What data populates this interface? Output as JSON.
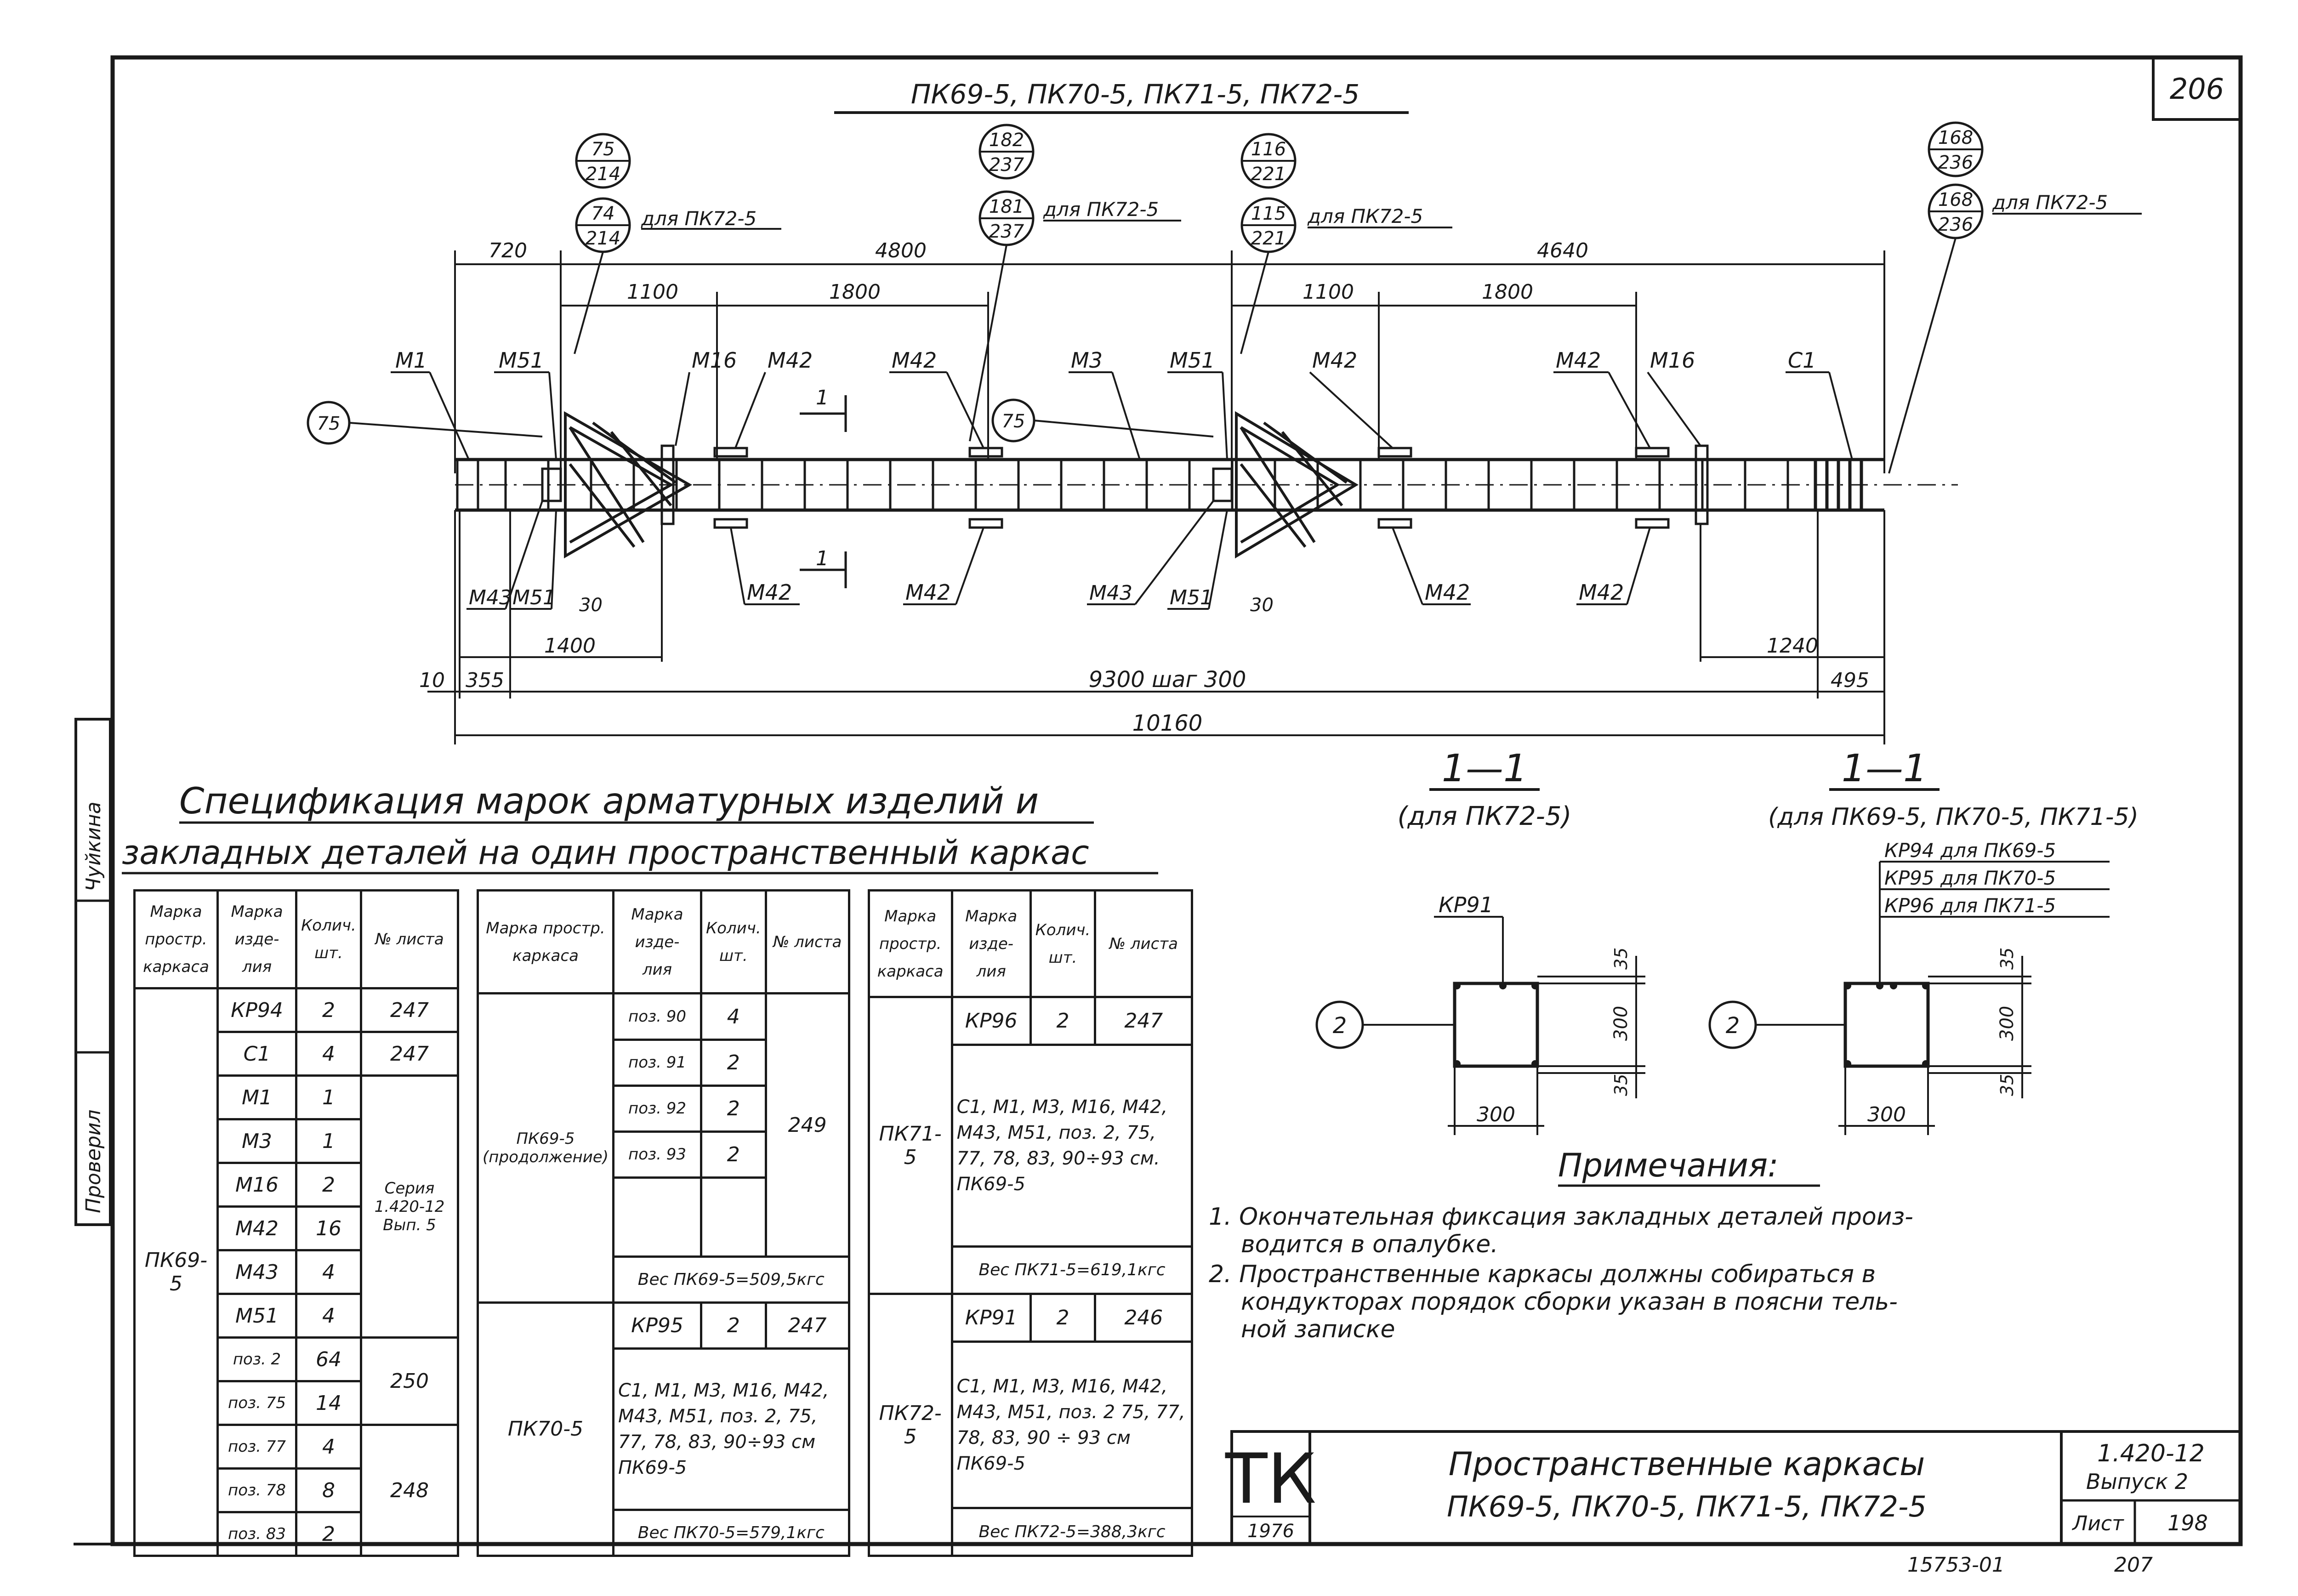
{
  "sheet_number": "206",
  "drawing_title": "ПК69-5, ПК70-5, ПК71-5, ПК72-5",
  "callouts": {
    "c75": {
      "top": "75",
      "bottom": "214"
    },
    "c74": {
      "top": "74",
      "bottom": "214",
      "note": "для ПК72-5"
    },
    "c182": {
      "top": "182",
      "bottom": "237"
    },
    "c181": {
      "top": "181",
      "bottom": "237",
      "note": "для ПК72-5"
    },
    "c116": {
      "top": "116",
      "bottom": "221"
    },
    "c115": {
      "top": "115",
      "bottom": "221",
      "note": "для ПК72-5"
    },
    "c168a": {
      "top": "168",
      "bottom": "236"
    },
    "c168b": {
      "top": "168",
      "bottom": "236",
      "note": "для ПК72-5"
    },
    "circle75": "75"
  },
  "dims": {
    "d720": "720",
    "d4800": "4800",
    "d4640": "4640",
    "d1100a": "1100",
    "d1800a": "1800",
    "d1100b": "1100",
    "d1800b": "1800",
    "d30a": "30",
    "d30b": "30",
    "d1400": "1400",
    "d1240": "1240",
    "d10": "10",
    "d355": "355",
    "d9300": "9300 шаг 300",
    "d495": "495",
    "d10160": "10160"
  },
  "marks": {
    "m1": "М1",
    "m51a": "М51",
    "m16a": "М16",
    "m42a": "М42",
    "m42b": "М42",
    "m3": "М3",
    "m51b": "М51",
    "m42c": "М42",
    "m42d": "М42",
    "m16b": "М16",
    "c1": "С1",
    "m43a": "М43",
    "m51c": "М51",
    "m42e": "М42",
    "m42f": "М42",
    "m43b": "М43",
    "m51d": "М51",
    "m42g": "М42",
    "m42h": "М42",
    "sec_mark": "1"
  },
  "spec_title_1": "Спецификация марок арматурных изделий и",
  "spec_title_2": "закладных деталей на один пространственный каркас",
  "table_headers": [
    "Марка простр. каркаса",
    "Марка изде- лия",
    "Колич. шт.",
    "№ листа"
  ],
  "table1": {
    "frame": "ПК69-5",
    "rows": [
      {
        "item": "КР94",
        "qty": "2",
        "sheet": "247"
      },
      {
        "item": "С1",
        "qty": "4",
        "sheet": "247"
      },
      {
        "item": "М1",
        "qty": "1"
      },
      {
        "item": "М3",
        "qty": "1"
      },
      {
        "item": "М16",
        "qty": "2"
      },
      {
        "item": "М42",
        "qty": "16"
      },
      {
        "item": "М43",
        "qty": "4"
      },
      {
        "item": "М51",
        "qty": "4"
      },
      {
        "item": "поз. 2",
        "qty": "64"
      },
      {
        "item": "поз. 75",
        "qty": "14"
      },
      {
        "item": "поз. 77",
        "qty": "4"
      },
      {
        "item": "поз. 78",
        "qty": "8"
      },
      {
        "item": "поз. 83",
        "qty": "2"
      }
    ],
    "series": "Серия 1.420-12 Вып. 5",
    "s250": "250",
    "s248": "248"
  },
  "table2": {
    "frame_a": "ПК69-5 (продолжение)",
    "rows_a": [
      {
        "item": "поз. 90",
        "qty": "4"
      },
      {
        "item": "поз. 91",
        "qty": "2"
      },
      {
        "item": "поз. 92",
        "qty": "2"
      },
      {
        "item": "поз. 93",
        "qty": "2"
      }
    ],
    "s249": "249",
    "weight_a": "Вес ПК69-5=509,5кгс",
    "frame_b": "ПК70-5",
    "row_b": {
      "item": "КР95",
      "qty": "2",
      "sheet": "247"
    },
    "text_b": "С1, М1, М3, М16, М42, М43, М51, поз. 2, 75, 77, 78, 83, 90÷93 см ПК69-5",
    "weight_b": "Вес ПК70-5=579,1кгс"
  },
  "table3": {
    "frame_a": "ПК71-5",
    "row_a": {
      "item": "КР96",
      "qty": "2",
      "sheet": "247"
    },
    "text_a": "С1, М1, М3, М16, М42, М43, М51, поз. 2, 75, 77, 78, 83, 90÷93 см. ПК69-5",
    "weight_a": "Вес ПК71-5=619,1кгс",
    "frame_b": "ПК72-5",
    "row_b": {
      "item": "КР91",
      "qty": "2",
      "sheet": "246"
    },
    "text_b": "С1, М1, М3, М16, М42, М43, М51, поз. 2 75, 77, 78, 83, 90 ÷ 93 см ПК69-5",
    "weight_b": "Вес ПК72-5=388,3кгс"
  },
  "section_a": {
    "title": "1—1",
    "subtitle": "(для ПК72-5)",
    "label": "КР91",
    "circle": "2",
    "d35a": "35",
    "d300v": "300",
    "d35b": "35",
    "d300h": "300"
  },
  "section_b": {
    "title": "1—1",
    "subtitle": "(для ПК69-5, ПК70-5, ПК71-5)",
    "l1": "КР94 для ПК69-5",
    "l2": "КР95 для ПК70-5",
    "l3": "КР96 для ПК71-5",
    "circle": "2",
    "d35a": "35",
    "d300v": "300",
    "d35b": "35",
    "d300h": "300"
  },
  "notes": {
    "title": "Примечания:",
    "n1a": "1. Окончательная фиксация закладных деталей произ-",
    "n1b": "водится в опалубке.",
    "n2a": "2. Пространственные каркасы должны собираться в",
    "n2b": "кондукторах порядок сборки указан в поясни тель-",
    "n2c": "ной записке"
  },
  "side_stamp": {
    "s1": "Чуйкина",
    "s2": "Проверил"
  },
  "title_block": {
    "logo": "ТК",
    "year": "1976",
    "name1": "Пространственные каркасы",
    "name2": "ПК69-5, ПК70-5, ПК71-5, ПК72-5",
    "code": "1.420-12",
    "issue": "Выпуск 2",
    "sheet_label": "Лист",
    "sheet_no": "198"
  },
  "bottom": {
    "archive": "15753-01",
    "page": "207"
  }
}
